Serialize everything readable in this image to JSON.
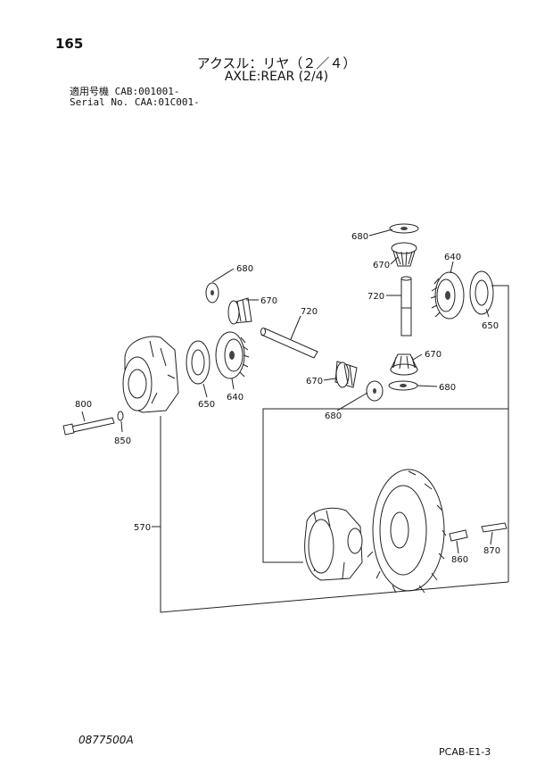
{
  "header": {
    "page_number": "165",
    "title_jp": "アクスル：リヤ（２／４）",
    "title_en": "AXLE:REAR (2/4)",
    "serial_line_1": "適用号機 CAB:001001-",
    "serial_line_2": "Serial No. CAA:01C001-"
  },
  "callouts": {
    "c680_top": "680",
    "c670_top": "670",
    "c720_right": "720",
    "c640_right": "640",
    "c650_right": "650",
    "c670_mid_right": "670",
    "c680_mid_right": "680",
    "c680_left_top": "680",
    "c670_left_top": "670",
    "c720_left": "720",
    "c670_left_low": "670",
    "c680_left_low": "680",
    "c650_left": "650",
    "c640_left": "640",
    "c800": "800",
    "c850": "850",
    "c570": "570",
    "c860": "860",
    "c870": "870"
  },
  "footer": {
    "drawing_code": "0877500A",
    "page_code": "PCAB-E1-3"
  }
}
